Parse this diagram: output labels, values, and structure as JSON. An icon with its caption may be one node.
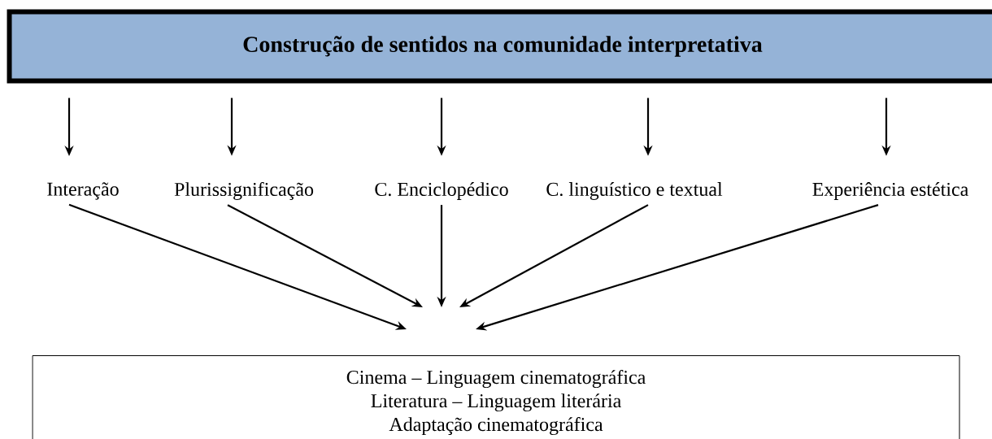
{
  "diagram": {
    "nodes": [
      {
        "text": [
          "Construção de sentidos na comunidade interpretativa"
        ]
      },
      {
        "text": [
          "Interação"
        ]
      },
      {
        "text": [
          "Plurissignificação"
        ]
      },
      {
        "text": [
          "C. Enciclopédico"
        ]
      },
      {
        "text": [
          "C. linguístico e textual"
        ]
      },
      {
        "text": [
          "Experiência estética"
        ]
      },
      {
        "text": [
          "Cinema – Linguagem cinematográfica",
          "Literatura – Linguagem literária",
          "Adaptação cinematográfica"
        ]
      }
    ],
    "edges": [
      {
        "from": 0,
        "to": 1,
        "arrow": "to"
      },
      {
        "from": 0,
        "to": 2,
        "arrow": "to"
      },
      {
        "from": 0,
        "to": 3,
        "arrow": "to"
      },
      {
        "from": 0,
        "to": 4,
        "arrow": "to"
      },
      {
        "from": 0,
        "to": 5,
        "arrow": "to"
      },
      {
        "from": 1,
        "to": 6,
        "arrow": "to"
      },
      {
        "from": 2,
        "to": 6,
        "arrow": "to"
      },
      {
        "from": 3,
        "to": 6,
        "arrow": "to"
      },
      {
        "from": 4,
        "to": 6,
        "arrow": "to"
      },
      {
        "from": 5,
        "to": 6,
        "arrow": "to"
      }
    ]
  }
}
